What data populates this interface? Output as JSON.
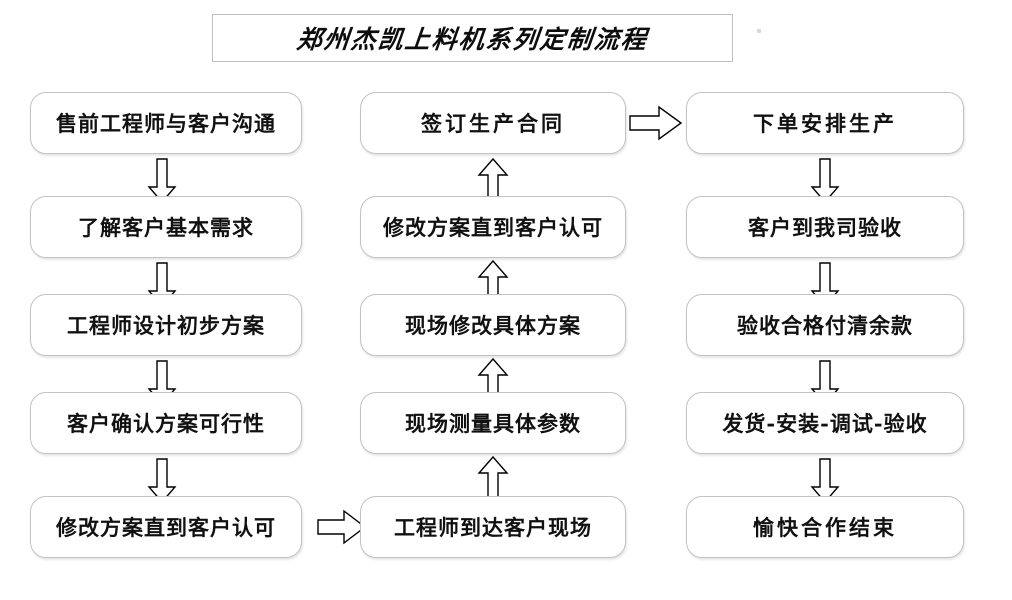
{
  "title": {
    "text": "郑州杰凯上料机系列定制流程"
  },
  "columns": [
    {
      "id": "col-left",
      "name": "pre-sales-design-column",
      "nodes": [
        {
          "id": "node-l1",
          "label": "售前工程师与客户沟通"
        },
        {
          "id": "node-l2",
          "label": "了解客户基本需求"
        },
        {
          "id": "node-l3",
          "label": "工程师设计初步方案"
        },
        {
          "id": "node-l4",
          "label": "客户确认方案可行性"
        },
        {
          "id": "node-l5",
          "label": "修改方案直到客户认可"
        }
      ],
      "arrow_direction": "down"
    },
    {
      "id": "col-mid",
      "name": "on-site-survey-column",
      "nodes": [
        {
          "id": "node-m1",
          "label": "签订生产合同"
        },
        {
          "id": "node-m2",
          "label": "修改方案直到客户认可"
        },
        {
          "id": "node-m3",
          "label": "现场修改具体方案"
        },
        {
          "id": "node-m4",
          "label": "现场测量具体参数"
        },
        {
          "id": "node-m5",
          "label": "工程师到达客户现场"
        }
      ],
      "arrow_direction": "up"
    },
    {
      "id": "col-right",
      "name": "production-delivery-column",
      "nodes": [
        {
          "id": "node-r1",
          "label": "下单安排生产"
        },
        {
          "id": "node-r2",
          "label": "客户到我司验收"
        },
        {
          "id": "node-r3",
          "label": "验收合格付清余款"
        },
        {
          "id": "node-r4",
          "label": "发货-安装-调试-验收"
        },
        {
          "id": "node-r5",
          "label": "愉快合作结束"
        }
      ],
      "arrow_direction": "down"
    }
  ],
  "connectors": {
    "left_to_middle": "arrow-right",
    "middle_to_right": "arrow-right"
  },
  "colors": {
    "box_border": "#c2c2c2",
    "title_border": "#bfbfbf",
    "text": "#111111",
    "arrow_stroke": "#000000",
    "background": "#ffffff"
  }
}
